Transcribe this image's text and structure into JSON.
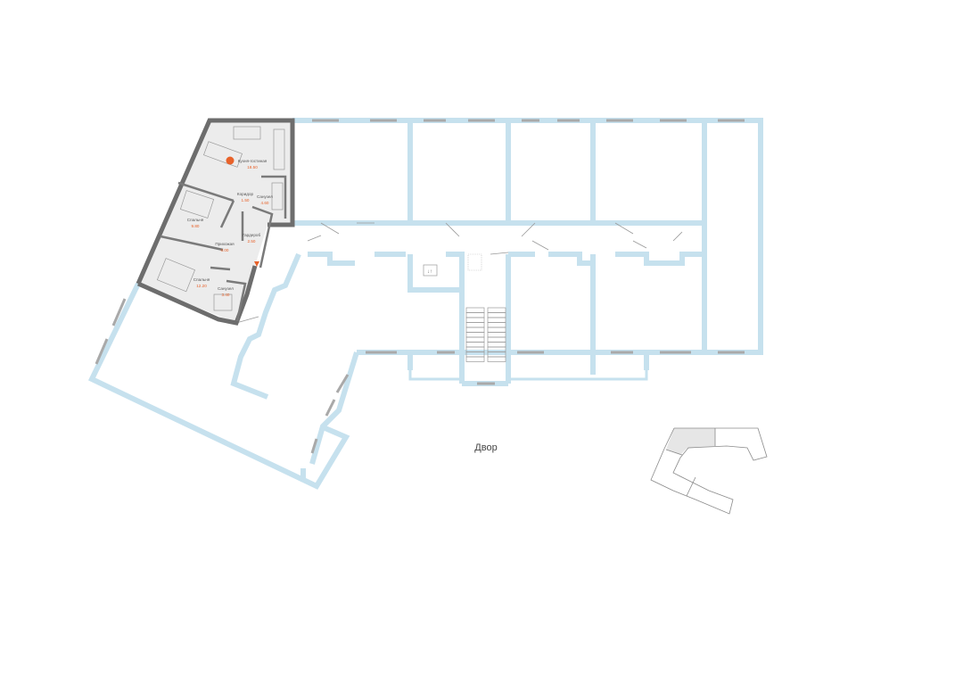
{
  "plan": {
    "yard_label": "Двор",
    "apartment": {
      "rooms": [
        {
          "name": "Кухня-гостиная",
          "area": "18.50"
        },
        {
          "name": "Коридор",
          "area": "1.50"
        },
        {
          "name": "Санузел",
          "area": "4.60"
        },
        {
          "name": "Спальня",
          "area": "9.80"
        },
        {
          "name": "Гардероб",
          "area": "2.50"
        },
        {
          "name": "Прихожая",
          "area": "6.00"
        },
        {
          "name": "Спальня",
          "area": "12.20"
        },
        {
          "name": "Санузел",
          "area": "3.40"
        }
      ]
    },
    "colors": {
      "wall": "#c6e1ee",
      "apartment_fill": "#ececec",
      "apartment_wall": "#6d6d6d",
      "area_text": "#e8622a",
      "key_highlight": "#e6e6e6"
    }
  }
}
